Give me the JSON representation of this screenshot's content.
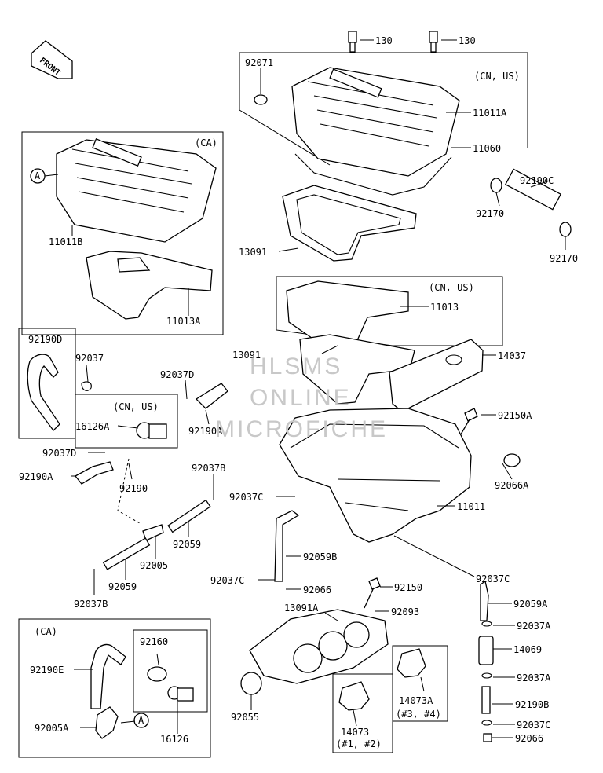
{
  "front_label": "FRONT",
  "regions": {
    "cn_us_top": "(CN, US)",
    "ca_top": "(CA)",
    "cn_us_mid": "(CN, US)",
    "cn_us_left": "(CN, US)",
    "ca_bottom": "(CA)"
  },
  "callouts": {
    "a_left": "A",
    "a_bottom": "A"
  },
  "parts": [
    {
      "id": "p01",
      "label": "130"
    },
    {
      "id": "p02",
      "label": "130"
    },
    {
      "id": "p03",
      "label": "92071"
    },
    {
      "id": "p04",
      "label": "11011A"
    },
    {
      "id": "p05",
      "label": "11060"
    },
    {
      "id": "p06",
      "label": "92190C"
    },
    {
      "id": "p07",
      "label": "92170"
    },
    {
      "id": "p08",
      "label": "92170"
    },
    {
      "id": "p09",
      "label": "11011B"
    },
    {
      "id": "p10",
      "label": "11013A"
    },
    {
      "id": "p11",
      "label": "13091"
    },
    {
      "id": "p12",
      "label": "11013"
    },
    {
      "id": "p13",
      "label": "13091"
    },
    {
      "id": "p14",
      "label": "14037"
    },
    {
      "id": "p15",
      "label": "92190D"
    },
    {
      "id": "p16",
      "label": "92037"
    },
    {
      "id": "p17",
      "label": "92037D"
    },
    {
      "id": "p18",
      "label": "16126A"
    },
    {
      "id": "p19",
      "label": "92190A"
    },
    {
      "id": "p20",
      "label": "92150A"
    },
    {
      "id": "p21",
      "label": "92037D"
    },
    {
      "id": "p22",
      "label": "92190A"
    },
    {
      "id": "p23",
      "label": "92190"
    },
    {
      "id": "p24",
      "label": "92037B"
    },
    {
      "id": "p25",
      "label": "92066A"
    },
    {
      "id": "p26",
      "label": "92037C"
    },
    {
      "id": "p27",
      "label": "11011"
    },
    {
      "id": "p28",
      "label": "92059"
    },
    {
      "id": "p29",
      "label": "92005"
    },
    {
      "id": "p30",
      "label": "92059B"
    },
    {
      "id": "p31",
      "label": "92059"
    },
    {
      "id": "p32",
      "label": "92037C"
    },
    {
      "id": "p33",
      "label": "92066"
    },
    {
      "id": "p34",
      "label": "92037B"
    },
    {
      "id": "p35",
      "label": "92150"
    },
    {
      "id": "p36",
      "label": "92037C"
    },
    {
      "id": "p37",
      "label": "13091A"
    },
    {
      "id": "p38",
      "label": "92093"
    },
    {
      "id": "p39",
      "label": "92059A"
    },
    {
      "id": "p40",
      "label": "92037A"
    },
    {
      "id": "p41",
      "label": "92160"
    },
    {
      "id": "p42",
      "label": "14069"
    },
    {
      "id": "p43",
      "label": "92190E"
    },
    {
      "id": "p44",
      "label": "92037A"
    },
    {
      "id": "p45",
      "label": "92190B"
    },
    {
      "id": "p46",
      "label": "14073A"
    },
    {
      "id": "p47",
      "label": "(#3, #4)"
    },
    {
      "id": "p48",
      "label": "92055"
    },
    {
      "id": "p49",
      "label": "92037C"
    },
    {
      "id": "p50",
      "label": "92005A"
    },
    {
      "id": "p51",
      "label": "14073"
    },
    {
      "id": "p52",
      "label": "(#1, #2)"
    },
    {
      "id": "p53",
      "label": "16126"
    },
    {
      "id": "p54",
      "label": "92066"
    }
  ],
  "watermark": [
    "HLSMS",
    "ONLINE",
    "MICROFICHE"
  ]
}
